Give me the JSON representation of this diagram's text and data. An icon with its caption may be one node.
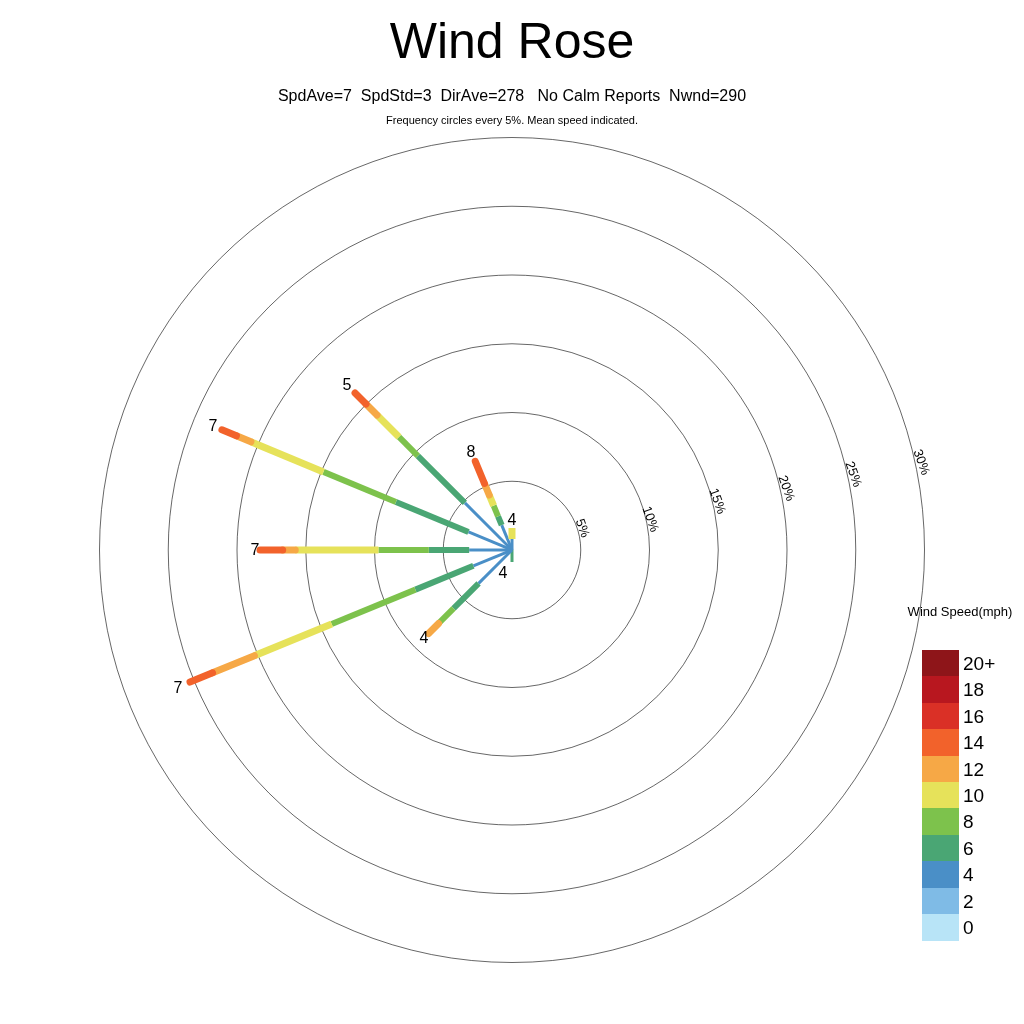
{
  "diagram": {
    "title": "Wind Rose",
    "labels": [
      "SpdAve=7  SpdStd=3  DirAve=278   No Calm Reports  Nwnd=290",
      "Frequency circles every 5%. Mean speed indicated.",
      "5%",
      "10%",
      "15%",
      "20%",
      "25%",
      "30%",
      "5",
      "7",
      "8",
      "4",
      "7",
      "4",
      "4",
      "7",
      "Wind Speed(mph)"
    ],
    "legend": [
      {
        "text": "20+",
        "color": "#8e1519"
      },
      {
        "text": "18",
        "color": "#b8171f"
      },
      {
        "text": "16",
        "color": "#da3026"
      },
      {
        "text": "14",
        "color": "#f2622b"
      },
      {
        "text": "12",
        "color": "#f6a846"
      },
      {
        "text": "10",
        "color": "#e6e25a"
      },
      {
        "text": "8",
        "color": "#7dc24c"
      },
      {
        "text": "6",
        "color": "#4aa674"
      },
      {
        "text": "4",
        "color": "#4a8fc7"
      },
      {
        "text": "2",
        "color": "#7fbbe6"
      },
      {
        "text": "0",
        "color": "#b8e4f7"
      }
    ]
  }
}
